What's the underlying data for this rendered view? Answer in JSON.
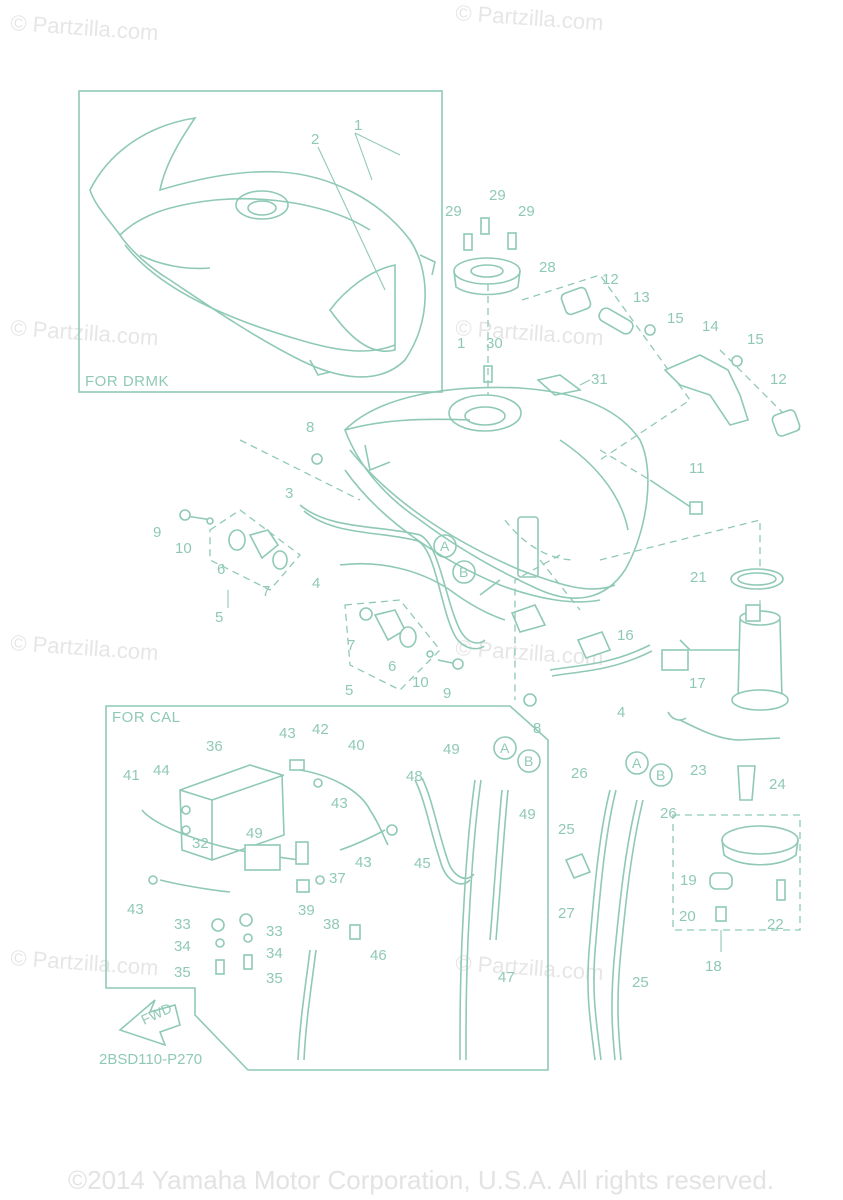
{
  "watermark": "© Partzilla.com",
  "copyright": "©2014 Yamaha Motor Corporation, U.S.A. All rights reserved.",
  "inset_labels": {
    "drmk": "FOR DRMK",
    "cal": "FOR CAL"
  },
  "diagram_code": "2BSD110-P270",
  "fwd_label": "FWD",
  "connectors": [
    "A",
    "B"
  ],
  "callouts": [
    "1",
    "2",
    "3",
    "4",
    "5",
    "6",
    "7",
    "8",
    "9",
    "10",
    "11",
    "12",
    "13",
    "14",
    "15",
    "16",
    "17",
    "18",
    "19",
    "20",
    "21",
    "22",
    "23",
    "24",
    "25",
    "26",
    "27",
    "28",
    "29",
    "30",
    "31",
    "32",
    "33",
    "34",
    "35",
    "36",
    "37",
    "38",
    "39",
    "40",
    "41",
    "42",
    "43",
    "44",
    "45",
    "46",
    "47",
    "48",
    "49"
  ]
}
